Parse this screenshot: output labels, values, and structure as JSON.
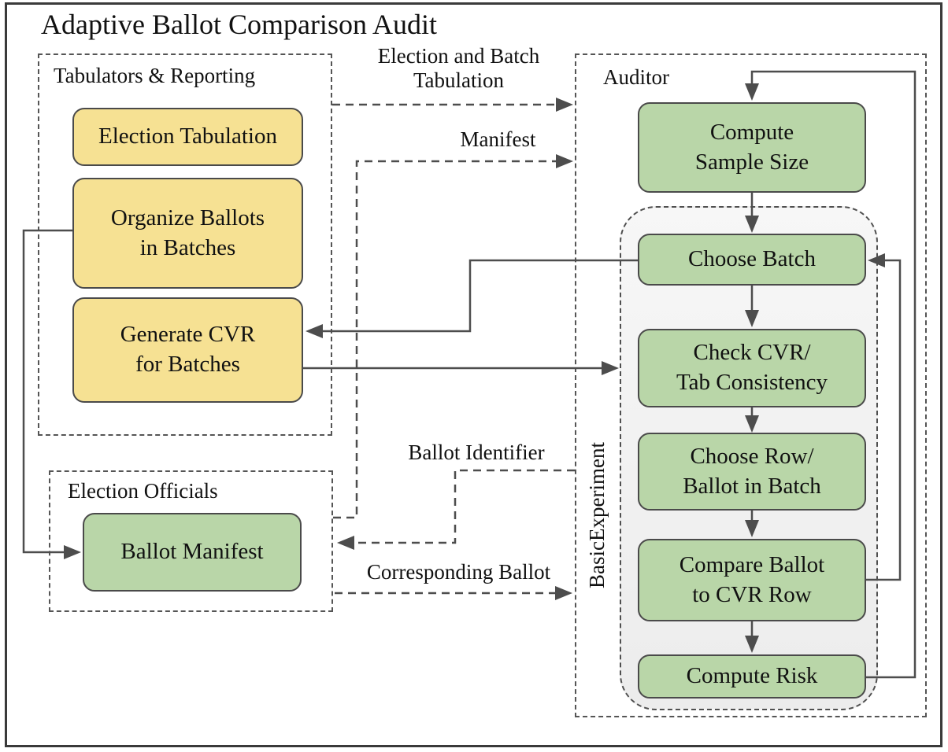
{
  "title": "Adaptive Ballot Comparison Audit",
  "containers": {
    "tabulators_reporting": {
      "label": "Tabulators & Reporting"
    },
    "election_officials": {
      "label": "Election Officials"
    },
    "auditor": {
      "label": "Auditor"
    },
    "basic_experiment": {
      "label": "BasicExperiment"
    }
  },
  "nodes": {
    "election_tabulation": {
      "label": "Election Tabulation"
    },
    "organize_ballots": {
      "label": "Organize Ballots\nin Batches"
    },
    "generate_cvr": {
      "label": "Generate CVR\nfor Batches"
    },
    "ballot_manifest": {
      "label": "Ballot Manifest"
    },
    "compute_sample_size": {
      "label": "Compute\nSample Size"
    },
    "choose_batch": {
      "label": "Choose Batch"
    },
    "check_cvr_tab_consistency": {
      "label": "Check CVR/\nTab Consistency"
    },
    "choose_row_ballot_in_batch": {
      "label": "Choose Row/\nBallot in Batch"
    },
    "compare_ballot_to_cvr_row": {
      "label": "Compare Ballot\nto CVR Row"
    },
    "compute_risk": {
      "label": "Compute Risk"
    }
  },
  "edge_labels": {
    "election_and_batch_tabulation": "Election and Batch\nTabulation",
    "manifest": "Manifest",
    "ballot_identifier": "Ballot Identifier",
    "corresponding_ballot": "Corresponding Ballot"
  },
  "colors": {
    "yellow_node_fill": "#f6e193",
    "green_node_fill": "#b9d6a8",
    "node_border": "#4a4a4a",
    "line_gray": "#4d4d4d",
    "inner_container_fill": "#f0f0f0"
  }
}
